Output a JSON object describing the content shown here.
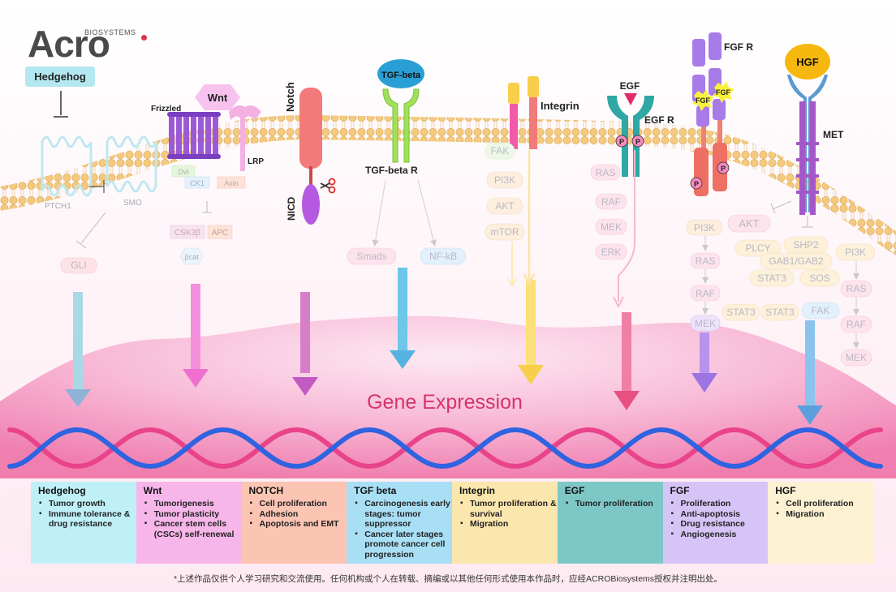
{
  "logo": {
    "main": "Acro",
    "sub": "BIOSYSTEMS"
  },
  "pathways": {
    "hedgehog": {
      "title": "Hedgehog",
      "ptch": "PTCH1",
      "smo": "SMO",
      "gli": "GLI"
    },
    "wnt": {
      "title": "Wnt",
      "frizzled": "Frizzled",
      "lrp": "LRP",
      "dvl": "Dvl",
      "ck1": "CK1",
      "axin": "Axin",
      "gsk": "CSK3β",
      "apc": "APC",
      "bcat": "βcat"
    },
    "notch": {
      "title": "Notch",
      "nicd": "NICD"
    },
    "tgf": {
      "ligand": "TGF-beta",
      "receptor": "TGF-beta R",
      "smads": "Smads",
      "nfkb": "NF-kB"
    },
    "integrin": {
      "title": "Integrin",
      "fak": "FAK",
      "pi3k": "PI3K",
      "akt": "AKT",
      "mtor": "mTOR"
    },
    "egf": {
      "ligand": "EGF",
      "receptor": "EGF R",
      "p": "P",
      "ras": "RAS",
      "raf": "RAF",
      "mek": "MEK",
      "erk": "ERK"
    },
    "fgf": {
      "receptor": "FGF R",
      "ligand": "FGF",
      "p": "P",
      "pi3k": "PI3K",
      "ras": "RAS",
      "raf": "RAF",
      "mek": "MEK"
    },
    "hgf": {
      "ligand": "HGF",
      "receptor": "MET",
      "akt": "AKT",
      "plcy": "PLCY",
      "shp2": "SHP2",
      "gab": "GAB1/GAB2",
      "pi3k": "PI3K",
      "stat3": "STAT3",
      "sos": "SOS",
      "ras": "RAS",
      "fak": "FAK",
      "raf": "RAF",
      "mek": "MEK"
    }
  },
  "gene_expression": "Gene Expression",
  "table": [
    {
      "title": "Hedgehog",
      "items": [
        "Tumor growth",
        "Immune tolerance & drug resistance"
      ],
      "color": "#bff0f7"
    },
    {
      "title": "Wnt",
      "items": [
        "Tumorigenesis",
        "Tumor plasticity",
        "Cancer stem cells (CSCs) self-renewal"
      ],
      "color": "#f7b6ea"
    },
    {
      "title": "NOTCH",
      "items": [
        "Cell proliferation",
        "Adhesion",
        "Apoptosis and EMT"
      ],
      "color": "#fbc4b3"
    },
    {
      "title": "TGF beta",
      "items": [
        "Carcinogenesis early stages: tumor suppressor",
        "Cancer later stages promote cancer cell progression"
      ],
      "color": "#a8dff5"
    },
    {
      "title": "Integrin",
      "items": [
        "Tumor proliferation & survival",
        "Migration"
      ],
      "color": "#fbe6ad"
    },
    {
      "title": "EGF",
      "items": [
        "Tumor proliferation"
      ],
      "color": "#7dc8c7"
    },
    {
      "title": "FGF",
      "items": [
        "Proliferation",
        "Anti-apoptosis",
        "Drug resistance",
        "Angiogenesis"
      ],
      "color": "#d7c4f7"
    },
    {
      "title": "HGF",
      "items": [
        "Cell proliferation",
        "Migration"
      ],
      "color": "#fdf1d3"
    }
  ],
  "footnote": "*上述作品仅供个人学习研究和交流使用。任何机构或个人在转载、摘编或以其他任何形式使用本作品时，应经ACROBiosystems授权并注明出处。"
}
